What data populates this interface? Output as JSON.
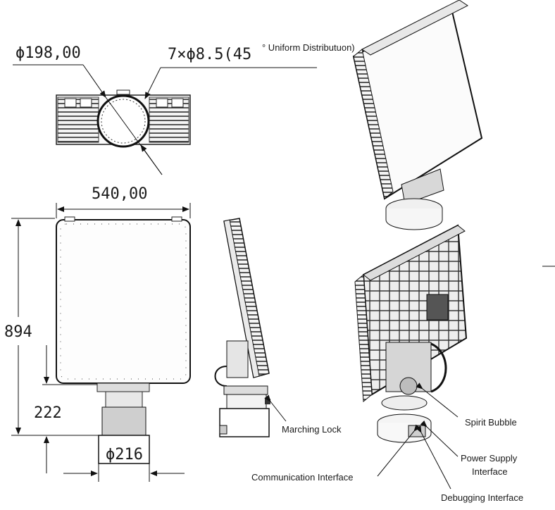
{
  "dimensions": {
    "phi198": "ϕ198,00",
    "holes_main": "7×ϕ8.5(45",
    "holes_note": "° Uniform Distributuon)",
    "width540": "540,00",
    "h894": "894",
    "h222": "222",
    "phi216": "ϕ216"
  },
  "callouts": {
    "marching_lock": "Marching Lock",
    "spirit_bubble": "Spirit Bubble",
    "power_supply_1": "Power Supply",
    "power_supply_2": "Interface",
    "communication": "Communication Interface",
    "debugging": "Debugging Interface"
  }
}
